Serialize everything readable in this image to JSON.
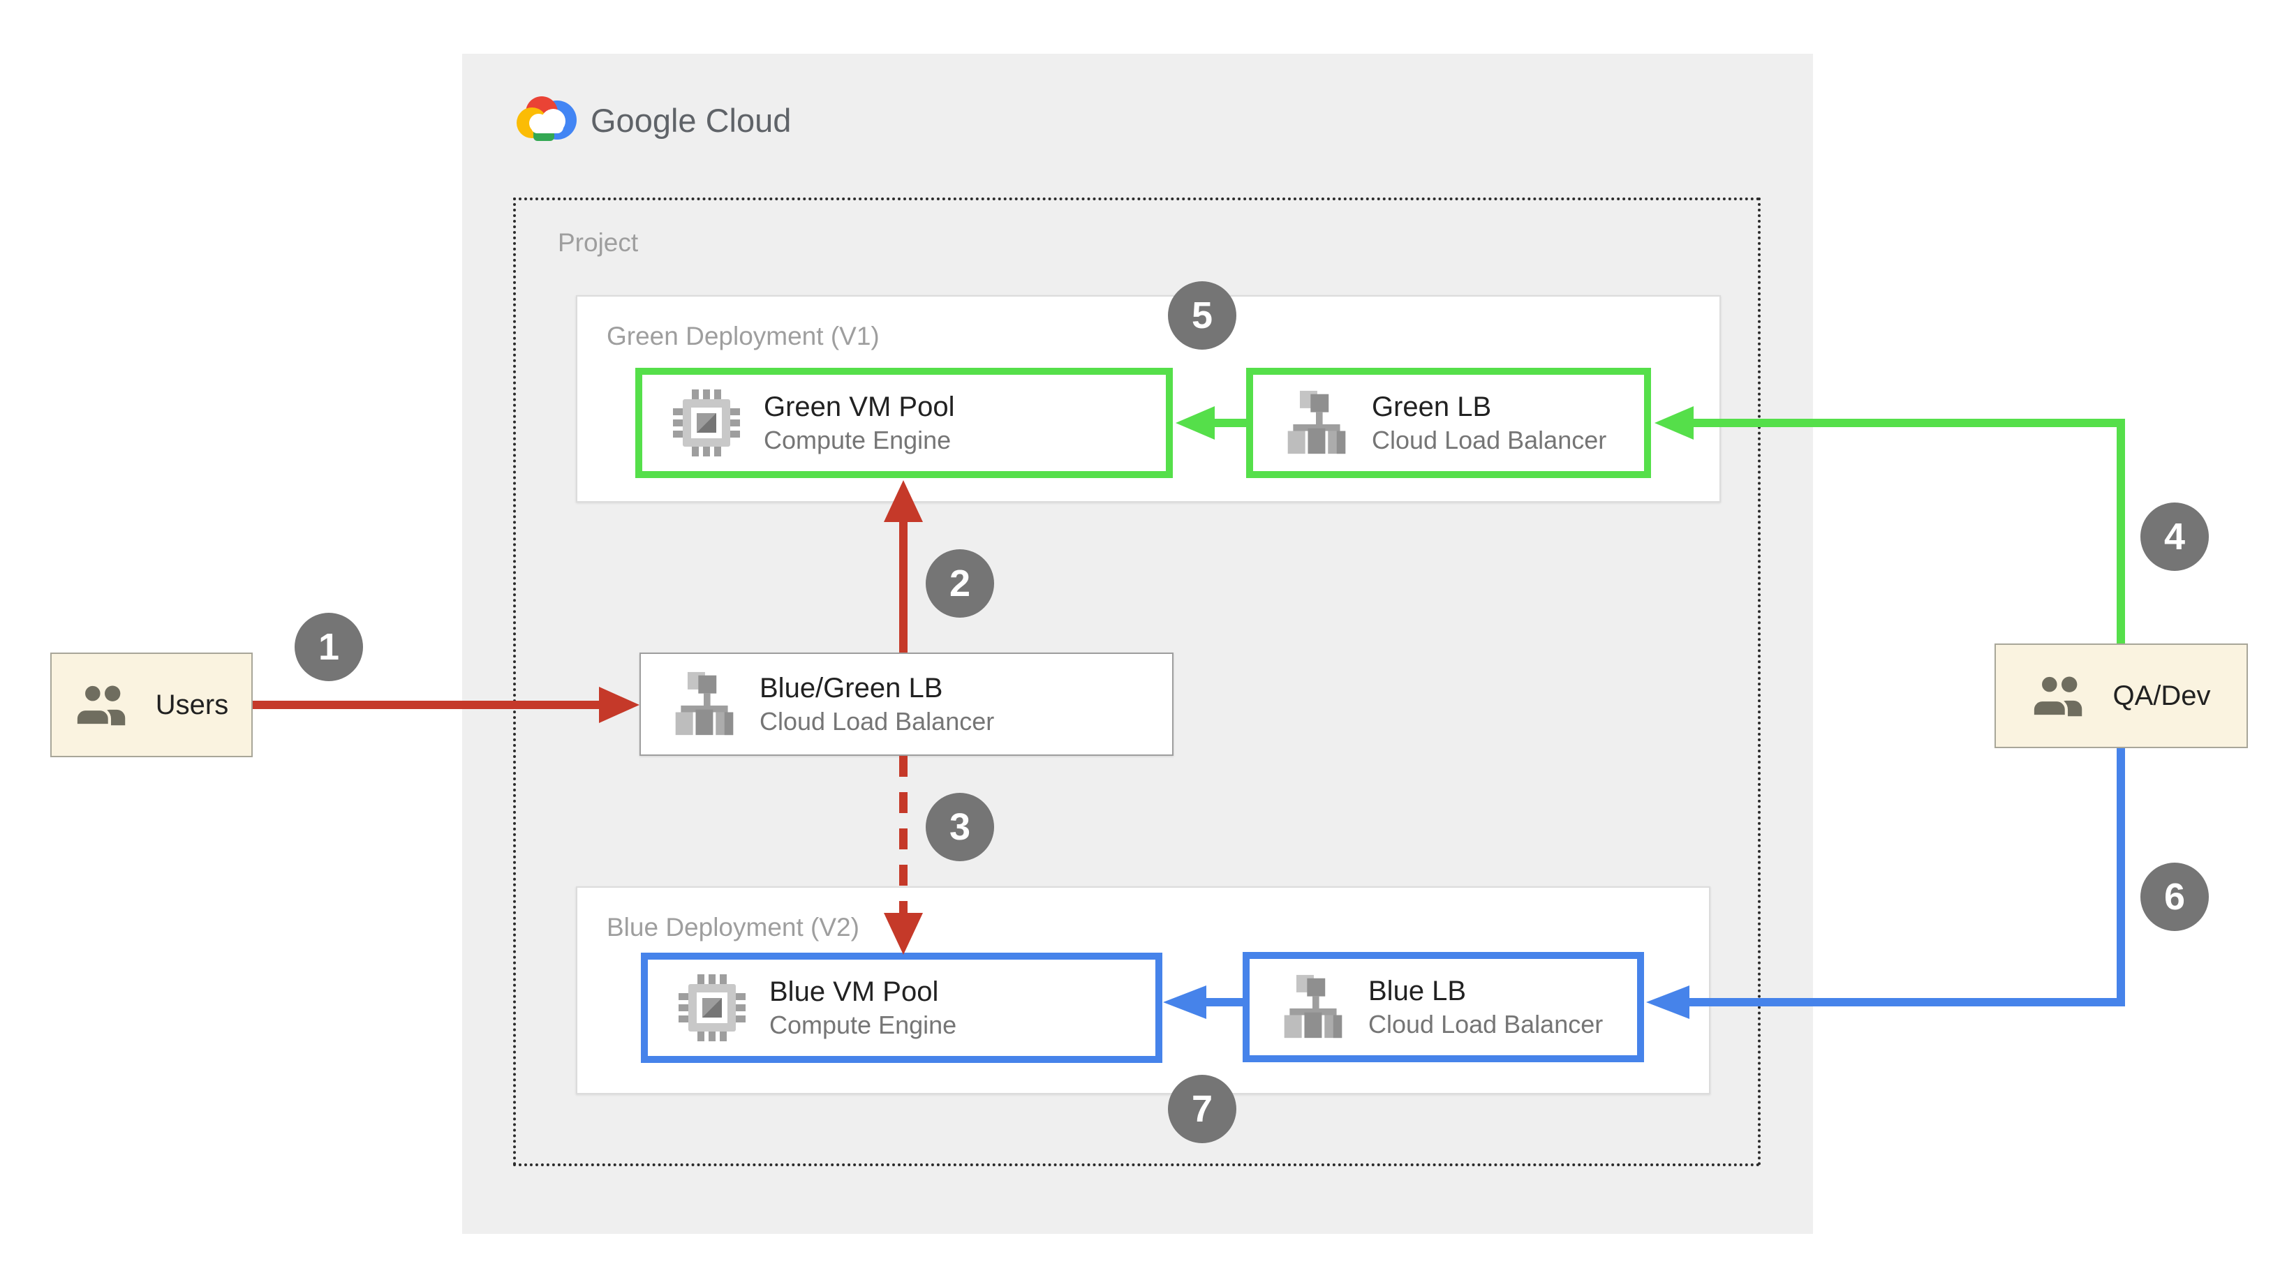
{
  "header": {
    "brand": "Google Cloud",
    "logo_icon": "google-cloud-logo"
  },
  "project": {
    "label": "Project"
  },
  "deployments": {
    "green": {
      "title": "Green Deployment (V1)",
      "vm": {
        "title": "Green VM Pool",
        "subtitle": "Compute Engine",
        "icon": "compute-engine-icon"
      },
      "lb": {
        "title": "Green LB",
        "subtitle": "Cloud Load Balancer",
        "icon": "load-balancer-icon"
      }
    },
    "blue": {
      "title": "Blue Deployment (V2)",
      "vm": {
        "title": "Blue VM Pool",
        "subtitle": "Compute Engine",
        "icon": "compute-engine-icon"
      },
      "lb": {
        "title": "Blue LB",
        "subtitle": "Cloud Load Balancer",
        "icon": "load-balancer-icon"
      }
    }
  },
  "router": {
    "title": "Blue/Green LB",
    "subtitle": "Cloud Load Balancer",
    "icon": "load-balancer-icon"
  },
  "actors": {
    "users": {
      "label": "Users",
      "icon": "users-icon"
    },
    "qa": {
      "label": "QA/Dev",
      "icon": "users-icon"
    }
  },
  "badges": [
    {
      "label": "1"
    },
    {
      "label": "2"
    },
    {
      "label": "3"
    },
    {
      "label": "4"
    },
    {
      "label": "5"
    },
    {
      "label": "6"
    },
    {
      "label": "7"
    }
  ],
  "colors": {
    "red": "#C53929",
    "green": "#55DF4A",
    "blue": "#4683EA",
    "badge_bg": "#757575",
    "badge_text": "#FFFFFF",
    "panel_bg": "#EFEFEF",
    "actor_bg": "#FAF3E0",
    "actor_border": "#A8A699",
    "label_gray": "#9E9E9E",
    "title_dark": "#212121",
    "subtitle_gray": "#757575",
    "logo_text": "#5F6368"
  }
}
